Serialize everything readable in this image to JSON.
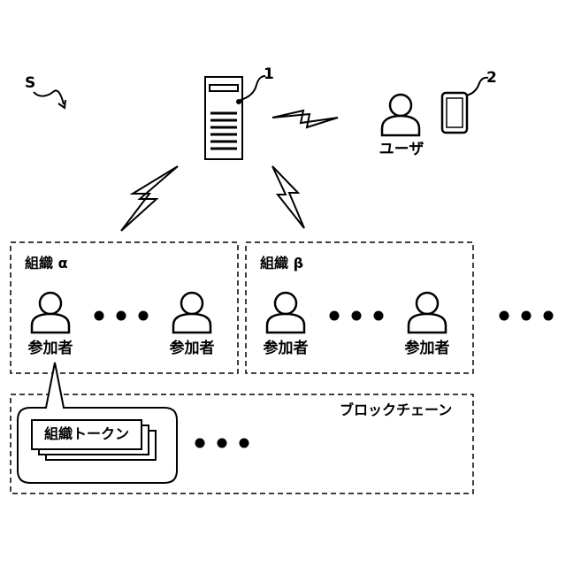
{
  "system_label": "S",
  "server": {
    "ref": "1"
  },
  "user": {
    "label": "ユーザ"
  },
  "terminal": {
    "ref": "2"
  },
  "organizations": [
    {
      "label": "組織 α",
      "participants": [
        "参加者",
        "参加者"
      ]
    },
    {
      "label": "組織 β",
      "participants": [
        "参加者",
        "参加者"
      ]
    }
  ],
  "blockchain": {
    "label": "ブロックチェーン",
    "token_label": "組織トークン"
  }
}
